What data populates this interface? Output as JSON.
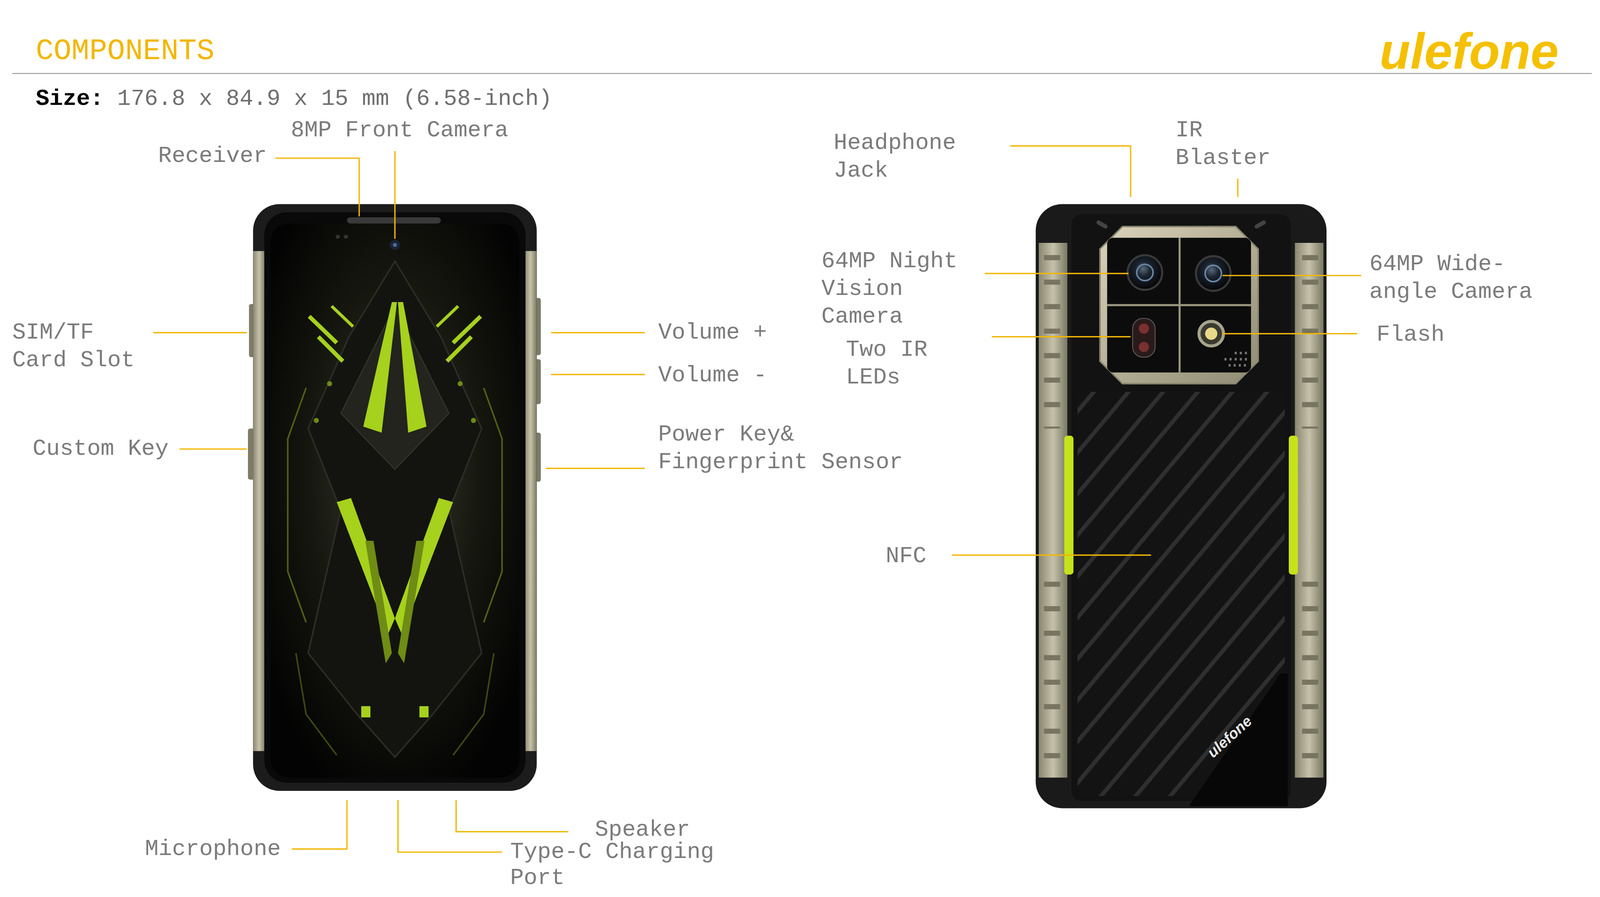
{
  "diagram": {
    "title": "COMPONENTS",
    "labels": [
      "ulefone",
      "Size:",
      "176.8 x 84.9 x 15 mm (6.58-inch)",
      "8MP Front Camera",
      "Receiver",
      "SIM/TF Card Slot",
      "Custom Key",
      "Volume +",
      "Volume -",
      "Power Key& Fingerprint Sensor",
      "Microphone",
      "Type-C Charging Port",
      "Speaker",
      "Headphone Jack",
      "IR Blaster",
      "64MP Night Vision Camera",
      "Two IR LEDs",
      "64MP Wide-angle Camera",
      "Flash",
      "NFC",
      "ulefone"
    ]
  }
}
